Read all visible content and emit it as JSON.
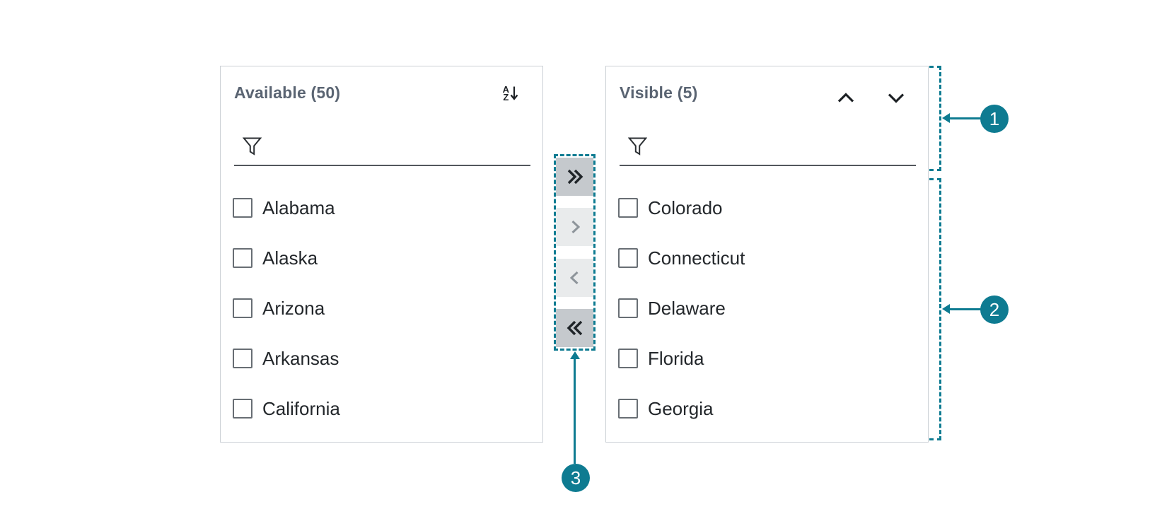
{
  "colors": {
    "accent_teal": "#0E7B91",
    "panel_border": "#CBD0D5",
    "panel_title_text": "#5A6472",
    "item_text": "#23272B",
    "checkbox_border": "#686E74",
    "filter_underline": "#53575C",
    "icon_dark": "#1D2125",
    "transfer_button_enabled_bg": "#C5C9CD",
    "transfer_button_disabled_bg": "#E9EBEC",
    "transfer_button_disabled_icon": "#8E959B"
  },
  "available_panel": {
    "title": "Available (50)",
    "sort_icon": {
      "letter_top": "A",
      "letter_bottom": "Z",
      "name": "sort-alphabetical-descending"
    },
    "filter": {
      "icon": "funnel",
      "value": ""
    },
    "items": [
      {
        "label": "Alabama",
        "checked": false
      },
      {
        "label": "Alaska",
        "checked": false
      },
      {
        "label": "Arizona",
        "checked": false
      },
      {
        "label": "Arkansas",
        "checked": false
      },
      {
        "label": "California",
        "checked": false
      }
    ]
  },
  "visible_panel": {
    "title": "Visible (5)",
    "reorder_icons": [
      "chevron-up",
      "chevron-down"
    ],
    "filter": {
      "icon": "funnel",
      "value": ""
    },
    "items": [
      {
        "label": "Colorado",
        "checked": false
      },
      {
        "label": "Connecticut",
        "checked": false
      },
      {
        "label": "Delaware",
        "checked": false
      },
      {
        "label": "Florida",
        "checked": false
      },
      {
        "label": "Georgia",
        "checked": false
      }
    ]
  },
  "transfer_buttons": [
    {
      "name": "move-all-right",
      "glyph": "double-chevron-right",
      "state": "enabled"
    },
    {
      "name": "move-selected-right",
      "glyph": "chevron-right",
      "state": "disabled"
    },
    {
      "name": "move-selected-left",
      "glyph": "chevron-left",
      "state": "disabled"
    },
    {
      "name": "move-all-left",
      "glyph": "double-chevron-left",
      "state": "enabled"
    }
  ],
  "callouts": [
    {
      "number": "1",
      "points_to": "panel-header-and-filter-region"
    },
    {
      "number": "2",
      "points_to": "panel-list-region"
    },
    {
      "number": "3",
      "points_to": "transfer-buttons-group"
    }
  ]
}
